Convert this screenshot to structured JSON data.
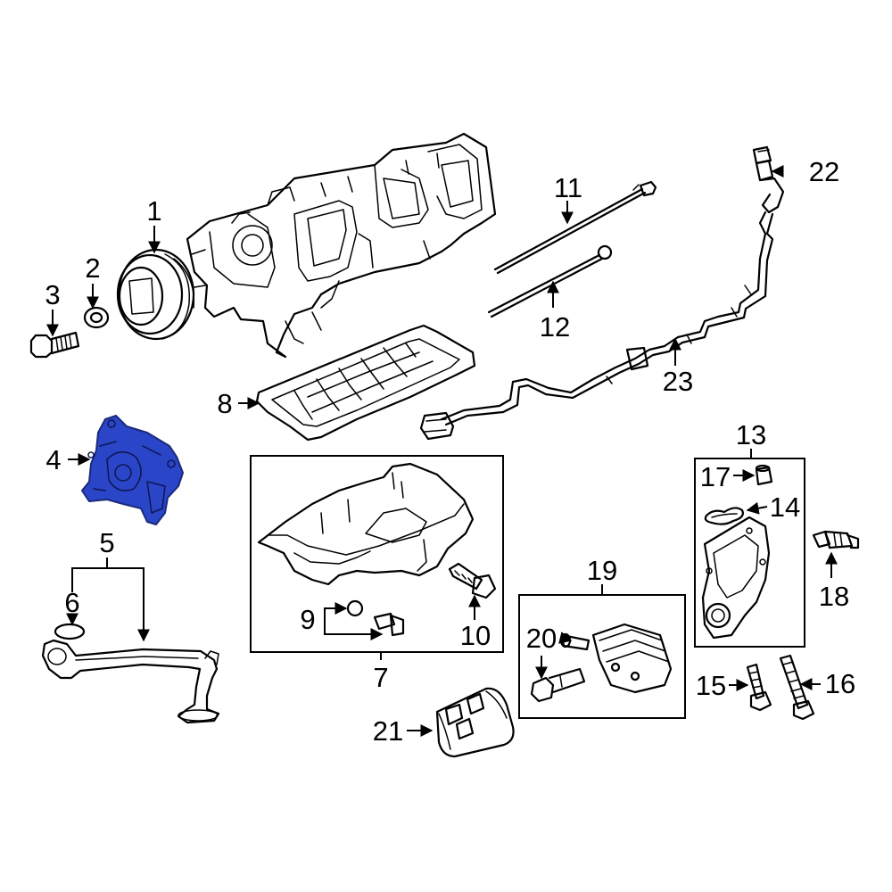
{
  "colors": {
    "background": "#ffffff",
    "line": "#000000",
    "highlight_fill": "#2a45c8",
    "highlight_stroke": "#1b2a7a"
  },
  "callouts": {
    "c1": "1",
    "c2": "2",
    "c3": "3",
    "c4": "4",
    "c5": "5",
    "c6": "6",
    "c7": "7",
    "c8": "8",
    "c9": "9",
    "c10": "10",
    "c11": "11",
    "c12": "12",
    "c13": "13",
    "c14": "14",
    "c15": "15",
    "c16": "16",
    "c17": "17",
    "c18": "18",
    "c19": "19",
    "c20": "20",
    "c21": "21",
    "c22": "22",
    "c23": "23"
  },
  "highlighted_part": "4"
}
